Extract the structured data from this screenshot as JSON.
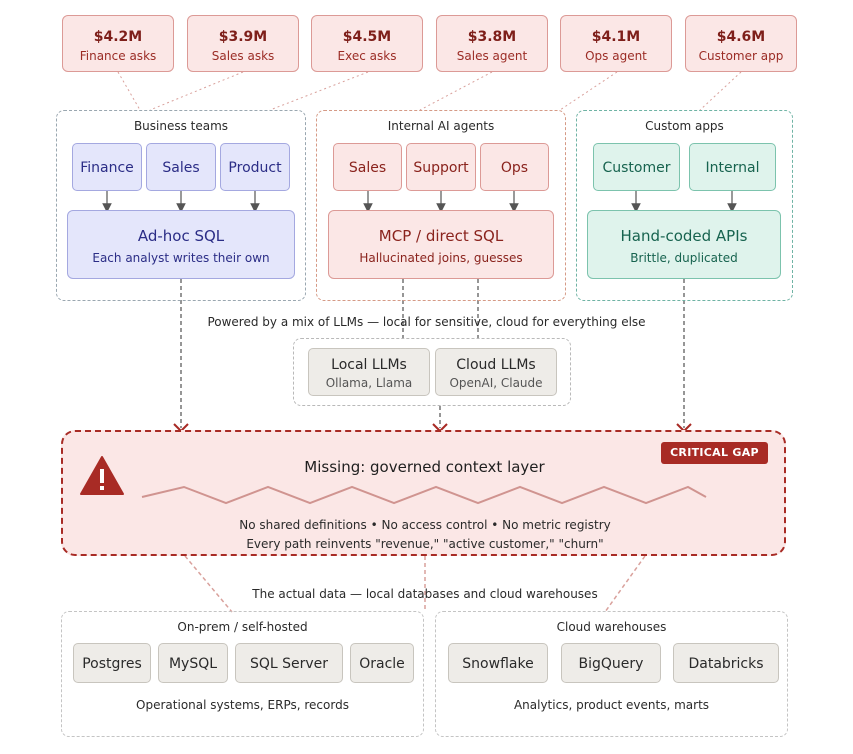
{
  "costs": [
    {
      "amount": "$4.2M",
      "label": "Finance asks"
    },
    {
      "amount": "$3.9M",
      "label": "Sales asks"
    },
    {
      "amount": "$4.5M",
      "label": "Exec asks"
    },
    {
      "amount": "$3.8M",
      "label": "Sales agent"
    },
    {
      "amount": "$4.1M",
      "label": "Ops agent"
    },
    {
      "amount": "$4.6M",
      "label": "Customer app"
    }
  ],
  "groups": {
    "business": {
      "title": "Business teams",
      "items": [
        "Finance",
        "Sales",
        "Product"
      ],
      "box_title": "Ad-hoc SQL",
      "box_sub": "Each analyst writes their own"
    },
    "agents": {
      "title": "Internal AI agents",
      "items": [
        "Sales",
        "Support",
        "Ops"
      ],
      "box_title": "MCP / direct SQL",
      "box_sub": "Hallucinated joins, guesses"
    },
    "apps": {
      "title": "Custom apps",
      "items": [
        "Customer",
        "Internal"
      ],
      "box_title": "Hand-coded APIs",
      "box_sub": "Brittle, duplicated"
    }
  },
  "llm": {
    "caption": "Powered by a mix of LLMs — local for sensitive, cloud for everything else",
    "local": {
      "name": "Local LLMs",
      "sub": "Ollama, Llama"
    },
    "cloud": {
      "name": "Cloud LLMs",
      "sub": "OpenAI, Claude"
    }
  },
  "missing": {
    "badge": "CRITICAL GAP",
    "title": "Missing: governed context layer",
    "line1": "No shared definitions • No access control • No metric registry",
    "line2": "Every path reinvents \"revenue,\" \"active customer,\" \"churn\""
  },
  "data": {
    "caption": "The actual data — local databases and cloud warehouses",
    "onprem": {
      "title": "On-prem / self-hosted",
      "items": [
        "Postgres",
        "MySQL",
        "SQL Server",
        "Oracle"
      ],
      "footer": "Operational systems, ERPs, records"
    },
    "cloud": {
      "title": "Cloud warehouses",
      "items": [
        "Snowflake",
        "BigQuery",
        "Databricks"
      ],
      "footer": "Analytics, product events, marts"
    }
  },
  "colors": {
    "danger": "#a82b25",
    "blue_accent": "#2b2d86",
    "red_accent": "#8a231d",
    "green_accent": "#17634f"
  },
  "icons": [
    "warning-icon"
  ]
}
